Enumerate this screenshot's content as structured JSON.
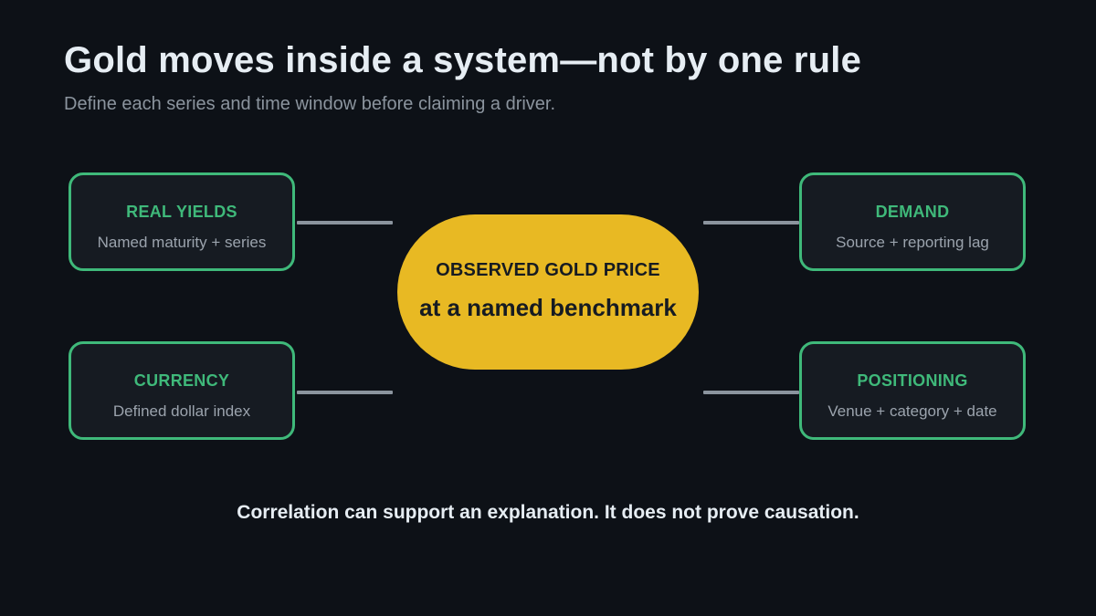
{
  "header": {
    "title": "Gold moves inside a system—not by one rule",
    "subtitle": "Define each series and time window before claiming a driver."
  },
  "center": {
    "title": "OBSERVED GOLD PRICE",
    "subtitle": "at a named benchmark"
  },
  "drivers": {
    "real_yields": {
      "label": "REAL YIELDS",
      "desc": "Named maturity + series"
    },
    "demand": {
      "label": "DEMAND",
      "desc": "Source + reporting lag"
    },
    "currency": {
      "label": "CURRENCY",
      "desc": "Defined dollar index"
    },
    "positioning": {
      "label": "POSITIONING",
      "desc": "Venue + category + date"
    }
  },
  "footer": {
    "note": "Correlation can support an explanation. It does not prove causation."
  },
  "colors": {
    "background": "#0d1117",
    "node_border": "#3fb97a",
    "node_fill": "#161b22",
    "center_fill": "#e8b923",
    "connector": "#8b949e"
  }
}
